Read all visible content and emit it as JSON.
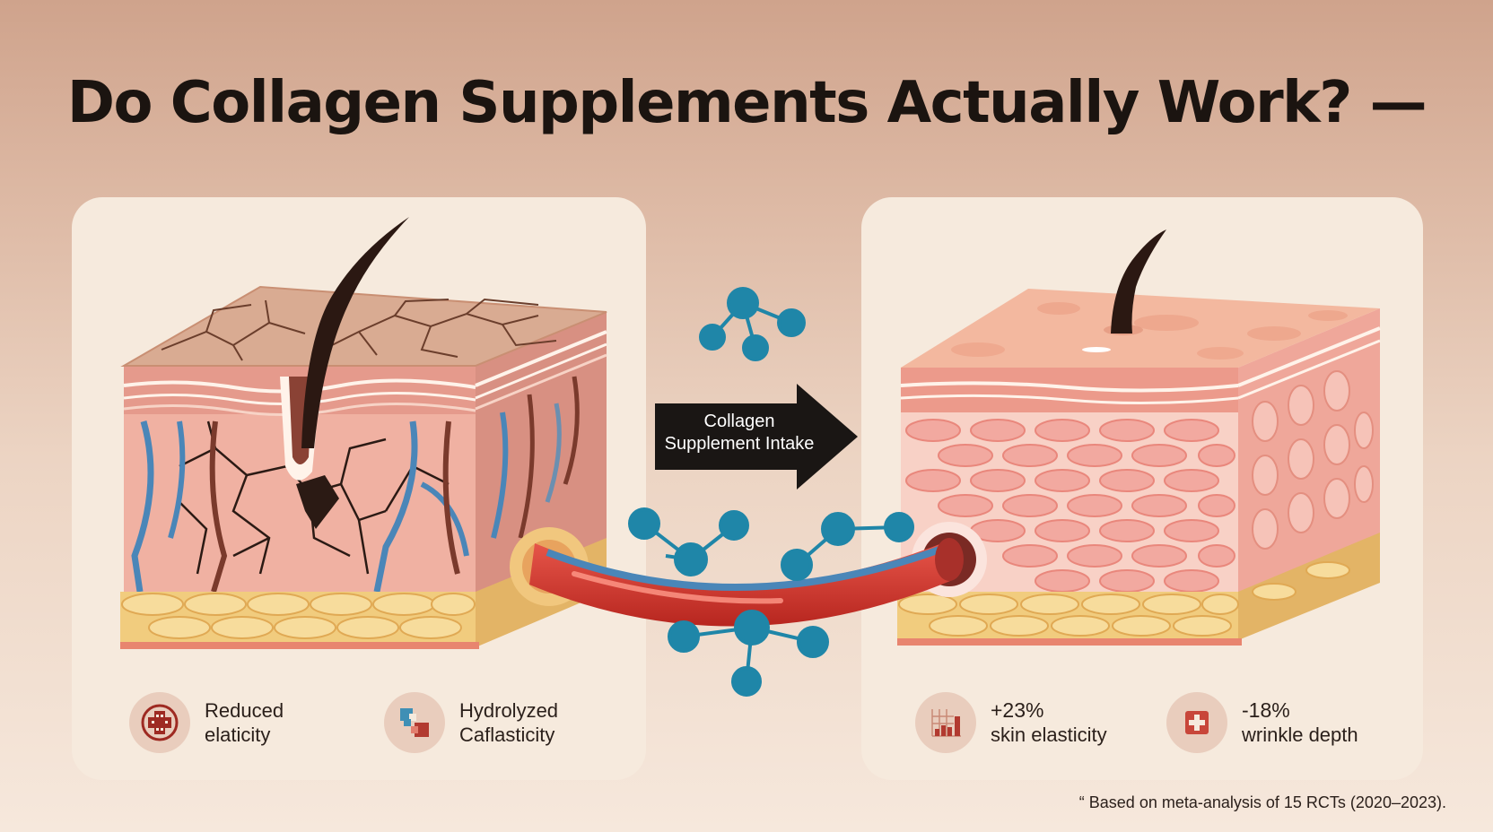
{
  "title": "Do Collagen Supplements Actually Work? —",
  "arrow": {
    "line1": "Collagen",
    "line2": "Supplement Intake"
  },
  "before": {
    "stat1": {
      "icon": "cross-badge-icon",
      "line1": "Reduced",
      "line2": "elaticity"
    },
    "stat2": {
      "icon": "molecule-blocks-icon",
      "line1": "Hydrolyzed",
      "line2": "Caflasticity"
    }
  },
  "after": {
    "stat1": {
      "icon": "bar-chart-icon",
      "value": "+23%",
      "label": "skin elasticity"
    },
    "stat2": {
      "icon": "medical-cross-icon",
      "value": "-18%",
      "label": "wrinkle depth"
    }
  },
  "footnote": "“ Based on meta-analysis of 15 RCTs (2020–2023).",
  "colors": {
    "epidermis_dry": "#d9a98f",
    "dermis": "#f0b1a2",
    "fat": "#f1cc7e",
    "vein": "#4a86b8",
    "artery": "#d8443a",
    "molecule": "#1f86a8",
    "arrow": "#1a1614"
  }
}
